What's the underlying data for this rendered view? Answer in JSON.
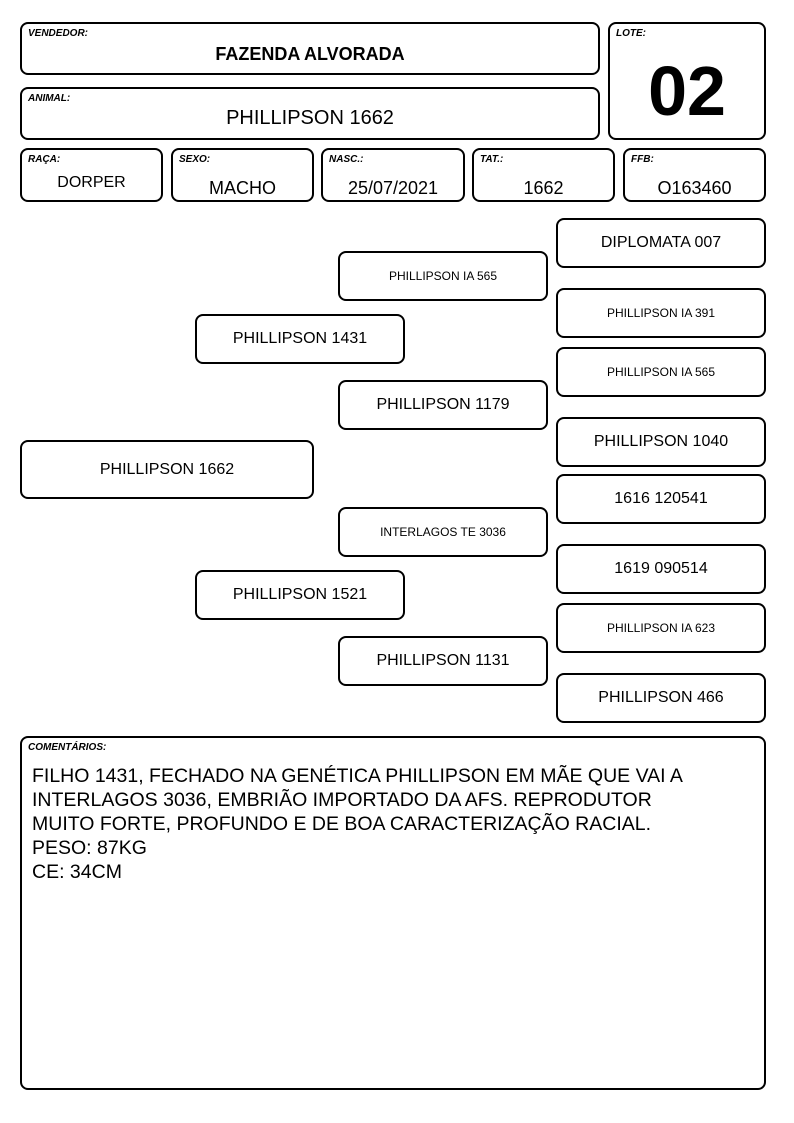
{
  "header": {
    "vendedor_label": "VENDEDOR:",
    "vendedor": "FAZENDA ALVORADA",
    "lote_label": "LOTE:",
    "lote": "02",
    "animal_label": "ANIMAL:",
    "animal": "PHILLIPSON 1662"
  },
  "info": {
    "raca_label": "RAÇA:",
    "raca": "DORPER",
    "sexo_label": "SEXO:",
    "sexo": "MACHO",
    "nasc_label": "NASC.:",
    "nasc": "25/07/2021",
    "tat_label": "TAT.:",
    "tat": "1662",
    "ffb_label": "FFB:",
    "ffb": "O163460"
  },
  "pedigree": {
    "animal": "PHILLIPSON 1662",
    "sire": "PHILLIPSON 1431",
    "sire_sire": "PHILLIPSON IA 565",
    "sire_sire_sire": "DIPLOMATA 007",
    "sire_sire_dam": "PHILLIPSON IA 391",
    "sire_dam": "PHILLIPSON 1179",
    "sire_dam_sire": "PHILLIPSON IA 565",
    "sire_dam_dam": "PHILLIPSON 1040",
    "dam": "PHILLIPSON 1521",
    "dam_sire": "INTERLAGOS TE 3036",
    "dam_sire_sire": "1616 120541",
    "dam_sire_dam": "1619 090514",
    "dam_dam": "PHILLIPSON 1131",
    "dam_dam_sire": "PHILLIPSON IA 623",
    "dam_dam_dam": "PHILLIPSON 466"
  },
  "comments": {
    "label": "COMENTÁRIOS:",
    "text": "FILHO 1431, FECHADO NA GENÉTICA PHILLIPSON EM MÃE QUE VAI A\nINTERLAGOS 3036, EMBRIÃO IMPORTADO DA AFS. REPRODUTOR\nMUITO FORTE, PROFUNDO E DE BOA CARACTERIZAÇÃO RACIAL.\nPESO: 87KG\nCE: 34CM"
  }
}
